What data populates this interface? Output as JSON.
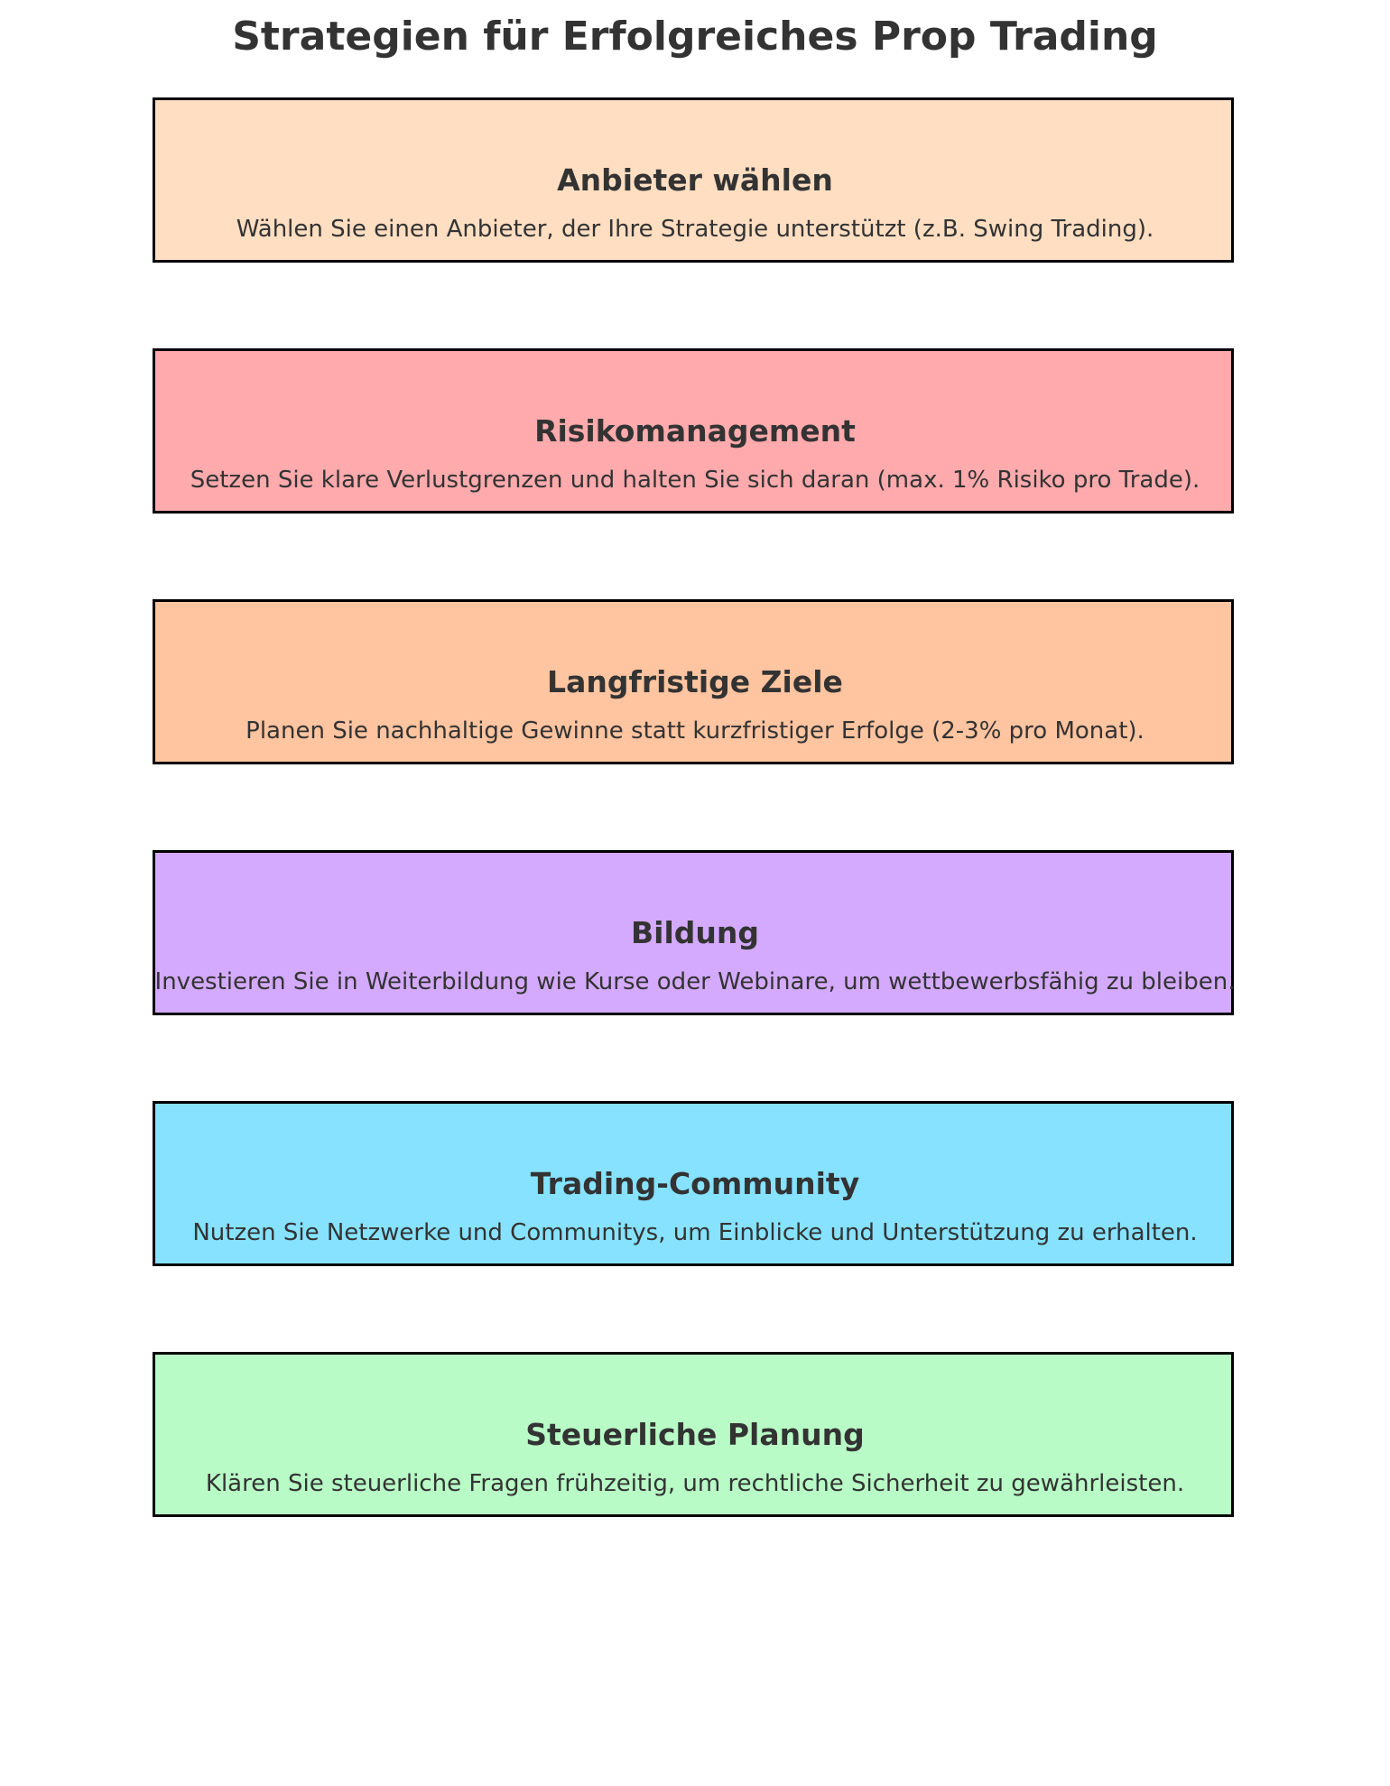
{
  "title": "Strategien für Erfolgreiches Prop Trading",
  "steps": [
    {
      "title": "Anbieter wählen",
      "description": "Wählen Sie einen Anbieter, der Ihre Strategie unterstützt (z.B. Swing Trading).",
      "color": "#FFDEC2"
    },
    {
      "title": "Risikomanagement",
      "description": "Setzen Sie klare Verlustgrenzen und halten Sie sich daran (max. 1% Risiko pro Trade).",
      "color": "#FFAAAD"
    },
    {
      "title": "Langfristige Ziele",
      "description": "Planen Sie nachhaltige Gewinne statt kurzfristiger Erfolge (2-3% pro Monat).",
      "color": "#FFC4A0"
    },
    {
      "title": "Bildung",
      "description": "Investieren Sie in Weiterbildung wie Kurse oder Webinare, um wettbewerbsfähig zu bleiben.",
      "color": "#D4AAFE"
    },
    {
      "title": "Trading-Community",
      "description": "Nutzen Sie Netzwerke und Communitys, um Einblicke und Unterstützung zu erhalten.",
      "color": "#86E2FF"
    },
    {
      "title": "Steuerliche Planung",
      "description": "Klären Sie steuerliche Fragen frühzeitig, um rechtliche Sicherheit zu gewährleisten.",
      "color": "#B8FBC6"
    }
  ]
}
